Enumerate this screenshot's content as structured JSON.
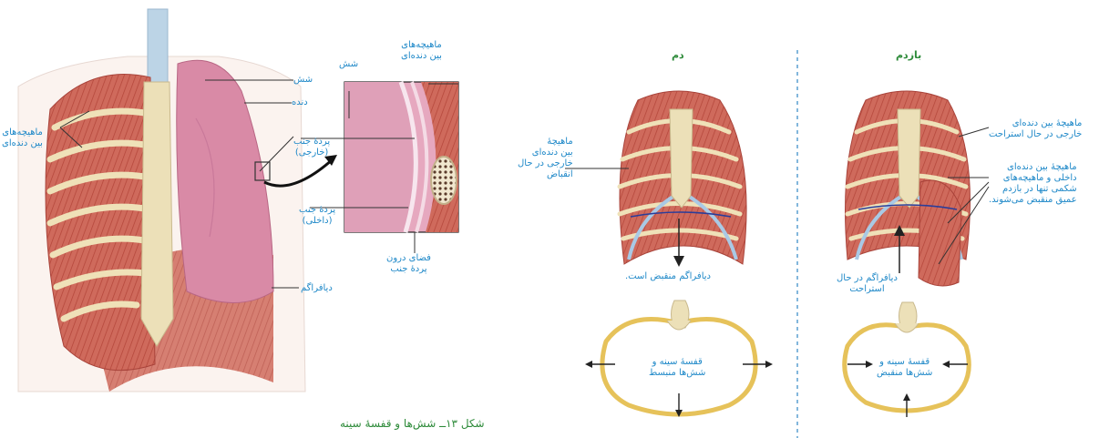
{
  "colors": {
    "label": "#1e88c8",
    "caption": "#2e8b3a",
    "lung": "#d98aa6",
    "muscle": "#c9584a",
    "bone": "#efe1b8"
  },
  "left_figure": {
    "labels": {
      "intercostal_left": "ماهیچه‌های\nبین دنده‌ای",
      "lung": "شش",
      "rib": "دنده",
      "pleura_outer": "پردهٔ جنب\n(خارجی)",
      "pleura_inner": "پردهٔ جنب\n(داخلی)",
      "diaphragm": "دیافراگم",
      "inset_lung": "شش",
      "inset_intercostal": "ماهیچه‌های\nبین دنده‌ای",
      "pleural_space": "فضای درون\nپردهٔ جنب"
    },
    "caption": "شکل ۱۳ــ شش‌ها و قفسهٔ سینه"
  },
  "inhale": {
    "title": "دم",
    "labels": {
      "muscle": "ماهیچهٔ\nبین دنده‌ای\nخارجی در حال\nانقباض",
      "diaphragm": "دیافراگم منقبض است.",
      "chest": "قفسهٔ سینه و\nشش‌ها منبسط"
    }
  },
  "exhale": {
    "title": "بازدم",
    "labels": {
      "external": "ماهیچهٔ بین دنده‌ای\nخارجی در حال استراحت",
      "internal": "ماهیچهٔ بین دنده‌ای\nداخلی و ماهیچه‌های\nشکمی تنها در بازدم\nعمیق منقبض می‌شوند.",
      "diaphragm": "دیافراگم در حال\nاستراحت",
      "chest": "قفسهٔ سینه و\nشش‌ها منقبض"
    }
  }
}
